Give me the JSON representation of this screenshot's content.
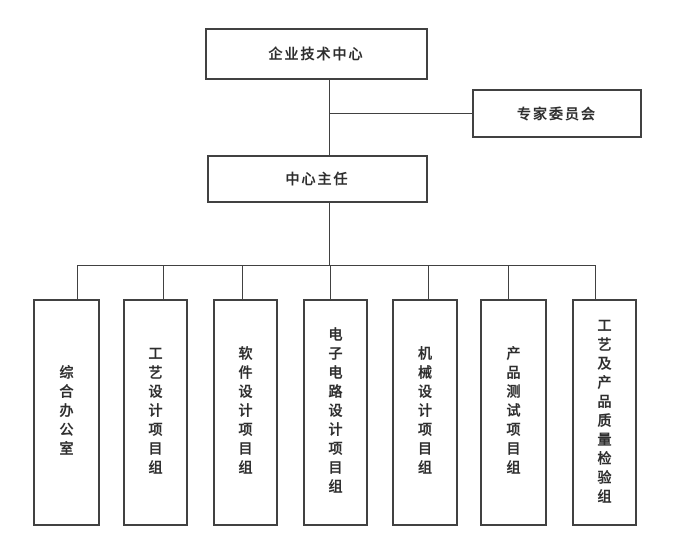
{
  "org": {
    "root": {
      "label": "企业技术中心"
    },
    "expert_committee": {
      "label": "专家委员会"
    },
    "director": {
      "label": "中心主任"
    },
    "departments": [
      {
        "label": "综合办公室"
      },
      {
        "label": "工艺设计项目组"
      },
      {
        "label": "软件设计项目组"
      },
      {
        "label": "电子电路设计项目组"
      },
      {
        "label": "机械设计项目组"
      },
      {
        "label": "产品测试项目组"
      },
      {
        "label": "工艺及产品质量检验组"
      }
    ],
    "edges": [
      {
        "from": "企业技术中心",
        "to": "中心主任"
      },
      {
        "from": "企业技术中心",
        "to": "专家委员会"
      },
      {
        "from": "中心主任",
        "to": "综合办公室"
      },
      {
        "from": "中心主任",
        "to": "工艺设计项目组"
      },
      {
        "from": "中心主任",
        "to": "软件设计项目组"
      },
      {
        "from": "中心主任",
        "to": "电子电路设计项目组"
      },
      {
        "from": "中心主任",
        "to": "机械设计项目组"
      },
      {
        "from": "中心主任",
        "to": "产品测试项目组"
      },
      {
        "from": "中心主任",
        "to": "工艺及产品质量检验组"
      }
    ],
    "colors": {
      "border": "#414141",
      "line": "#414141",
      "text": "#2e2e2e",
      "background": "#ffffff"
    }
  }
}
